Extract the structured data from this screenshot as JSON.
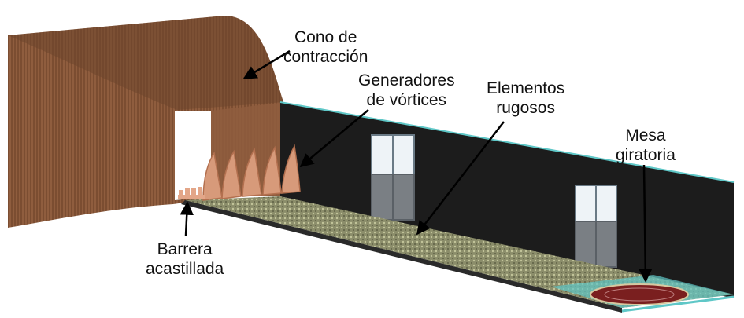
{
  "labels": {
    "cono": [
      "Cono de",
      "contracción"
    ],
    "generadores": [
      "Generadores",
      "de vórtices"
    ],
    "elementos": [
      "Elementos",
      "rugosos"
    ],
    "mesa": [
      "Mesa",
      "giratoria"
    ],
    "barrera": [
      "Barrera",
      "acastillada"
    ]
  },
  "colors": {
    "cone": "#8a5a3c",
    "cone_dark": "#6e452c",
    "wall": "#1c1c1c",
    "floor": "#8e8f6e",
    "spire": "#d79a7a",
    "turntable": "#7a1f1f",
    "edge": "#5fc7c7"
  }
}
